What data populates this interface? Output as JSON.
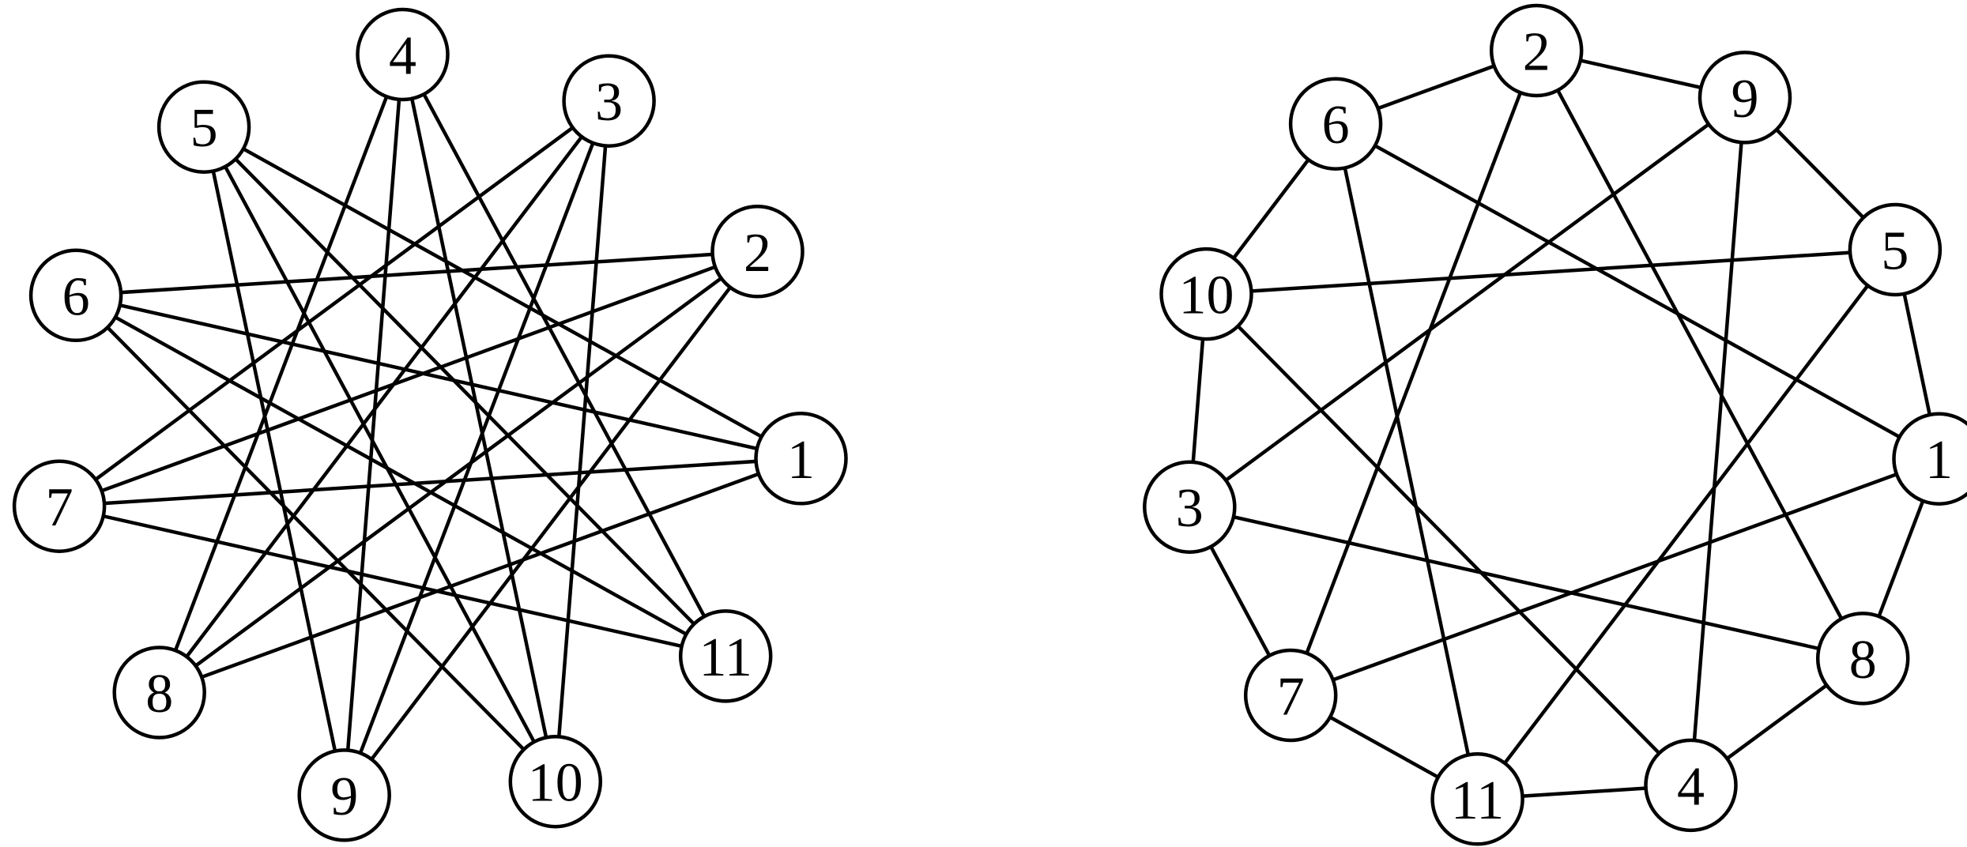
{
  "graphs": [
    {
      "nodes": [
        {
          "id": "1",
          "label": "1"
        },
        {
          "id": "2",
          "label": "2"
        },
        {
          "id": "3",
          "label": "3"
        },
        {
          "id": "4",
          "label": "4"
        },
        {
          "id": "5",
          "label": "5"
        },
        {
          "id": "6",
          "label": "6"
        },
        {
          "id": "7",
          "label": "7"
        },
        {
          "id": "8",
          "label": "8"
        },
        {
          "id": "9",
          "label": "9"
        },
        {
          "id": "10",
          "label": "10"
        },
        {
          "id": "11",
          "label": "11"
        }
      ],
      "edges": [
        [
          "1",
          "5"
        ],
        [
          "1",
          "6"
        ],
        [
          "1",
          "7"
        ],
        [
          "1",
          "8"
        ],
        [
          "2",
          "6"
        ],
        [
          "2",
          "7"
        ],
        [
          "2",
          "8"
        ],
        [
          "2",
          "9"
        ],
        [
          "3",
          "7"
        ],
        [
          "3",
          "8"
        ],
        [
          "3",
          "9"
        ],
        [
          "3",
          "10"
        ],
        [
          "4",
          "8"
        ],
        [
          "4",
          "9"
        ],
        [
          "4",
          "10"
        ],
        [
          "4",
          "11"
        ],
        [
          "5",
          "9"
        ],
        [
          "5",
          "10"
        ],
        [
          "5",
          "11"
        ],
        [
          "6",
          "10"
        ],
        [
          "6",
          "11"
        ],
        [
          "7",
          "11"
        ]
      ]
    },
    {
      "nodes": [
        {
          "id": "1",
          "label": "1"
        },
        {
          "id": "5",
          "label": "5"
        },
        {
          "id": "9",
          "label": "9"
        },
        {
          "id": "2",
          "label": "2"
        },
        {
          "id": "6",
          "label": "6"
        },
        {
          "id": "10",
          "label": "10"
        },
        {
          "id": "3",
          "label": "3"
        },
        {
          "id": "7",
          "label": "7"
        },
        {
          "id": "11",
          "label": "11"
        },
        {
          "id": "4",
          "label": "4"
        },
        {
          "id": "8",
          "label": "8"
        }
      ],
      "edges": [
        [
          "1",
          "5"
        ],
        [
          "5",
          "9"
        ],
        [
          "9",
          "2"
        ],
        [
          "2",
          "6"
        ],
        [
          "6",
          "10"
        ],
        [
          "10",
          "3"
        ],
        [
          "3",
          "7"
        ],
        [
          "7",
          "11"
        ],
        [
          "11",
          "4"
        ],
        [
          "4",
          "8"
        ],
        [
          "8",
          "1"
        ],
        [
          "1",
          "6"
        ],
        [
          "5",
          "10"
        ],
        [
          "9",
          "3"
        ],
        [
          "2",
          "7"
        ],
        [
          "6",
          "11"
        ],
        [
          "10",
          "4"
        ],
        [
          "3",
          "8"
        ],
        [
          "7",
          "1"
        ],
        [
          "11",
          "5"
        ],
        [
          "4",
          "9"
        ],
        [
          "8",
          "2"
        ]
      ]
    }
  ]
}
